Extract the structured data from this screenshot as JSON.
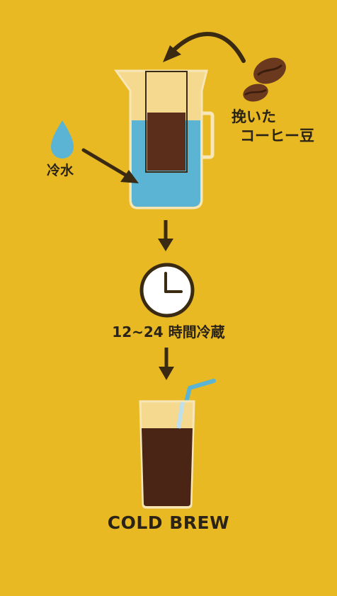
{
  "labels": {
    "ground_beans_line1": "挽いた",
    "ground_beans_line2": "コーヒー豆",
    "cold_water": "冷水",
    "steep": "12~24 時間冷蔵",
    "title": "COLD BREW"
  },
  "colors": {
    "background": "#E8B923",
    "water": "#5BB4D4",
    "coffee": "#5A2E1A",
    "coffee_light": "#F4D98E",
    "arrow": "#3B2A12",
    "bean": "#6B3A1E",
    "outline": "#F7E7B8"
  },
  "icons": [
    "coffee-bean-icon",
    "water-drop-icon",
    "clock-icon",
    "pitcher-icon",
    "glass-icon",
    "straw-icon"
  ]
}
